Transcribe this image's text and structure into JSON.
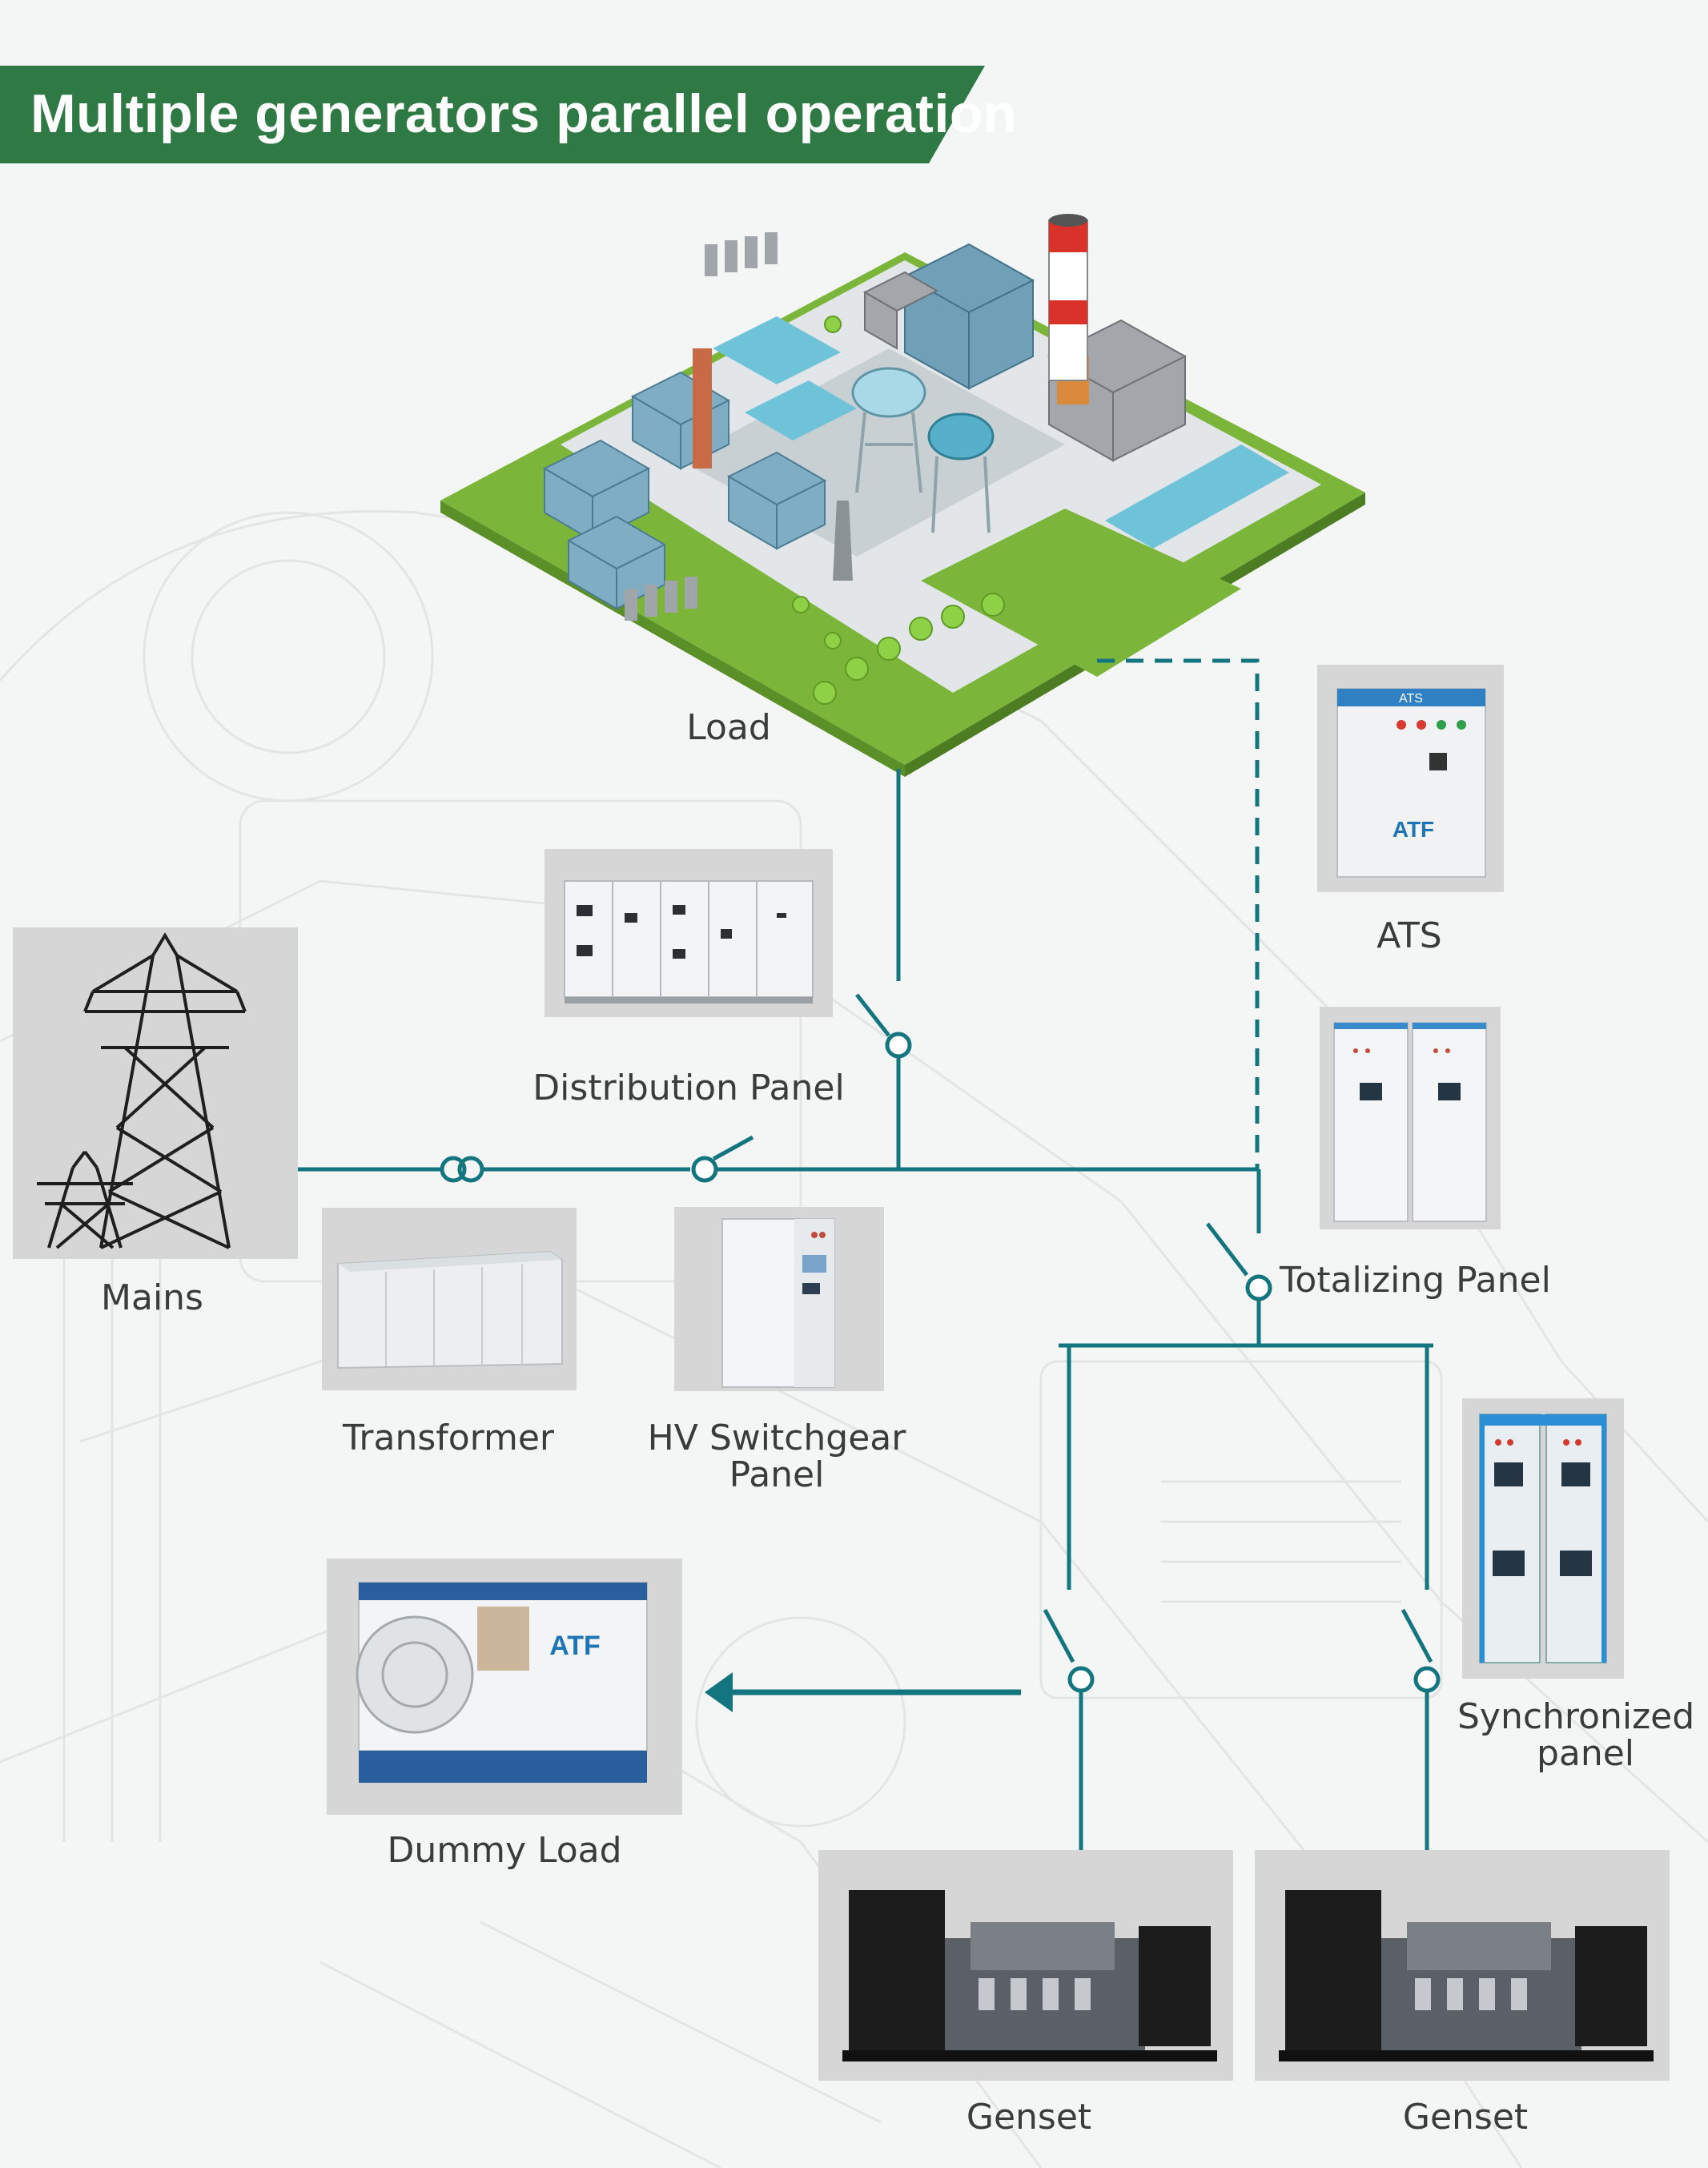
{
  "title": "Multiple generators parallel operation",
  "colors": {
    "banner": "#2f7a44",
    "wire": "#137580",
    "label": "#3b3b3b",
    "photo_bg": "#d6d6d6"
  },
  "nodes": {
    "load": "Load",
    "distribution_panel": "Distribution Panel",
    "mains": "Mains",
    "transformer": "Transformer",
    "hv_switchgear_line1": "HV Switchgear",
    "hv_switchgear_line2": "Panel",
    "ats": "ATS",
    "totalizing_panel": "Totalizing Panel",
    "synchronized_line1": "Synchronized",
    "synchronized_line2": "panel",
    "dummy_load": "Dummy Load",
    "genset_left": "Genset",
    "genset_right": "Genset"
  },
  "device_marks": {
    "ats_header": "ATS",
    "brand": "ATF"
  },
  "icons": [
    "power-tower-icon",
    "industrial-plant-illustration",
    "switch-symbol-icon",
    "transformer-symbol-icon",
    "arrow-left-icon"
  ]
}
